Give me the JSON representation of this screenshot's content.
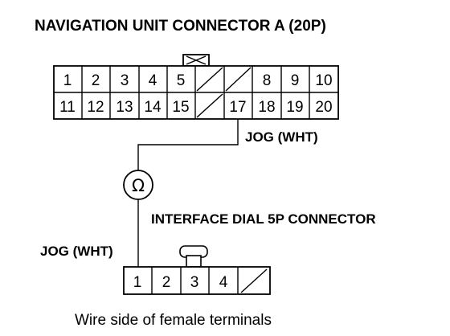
{
  "title": "NAVIGATION UNIT CONNECTOR A (20P)",
  "connector_a": {
    "row1": [
      "1",
      "2",
      "3",
      "4",
      "5",
      "",
      "",
      "8",
      "9",
      "10"
    ],
    "row2": [
      "11",
      "12",
      "13",
      "14",
      "15",
      "",
      "17",
      "18",
      "19",
      "20"
    ],
    "unused_cells": [
      "6",
      "7",
      "16"
    ]
  },
  "wire_label_top": "JOG (WHT)",
  "wire_label_bottom": "JOG (WHT)",
  "ohmmeter_symbol": "Ω",
  "connector_b_title": "INTERFACE DIAL 5P CONNECTOR",
  "connector_b": {
    "pins": [
      "1",
      "2",
      "3",
      "4",
      ""
    ],
    "unused_cells": [
      "5"
    ]
  },
  "caption": "Wire side of female terminals"
}
